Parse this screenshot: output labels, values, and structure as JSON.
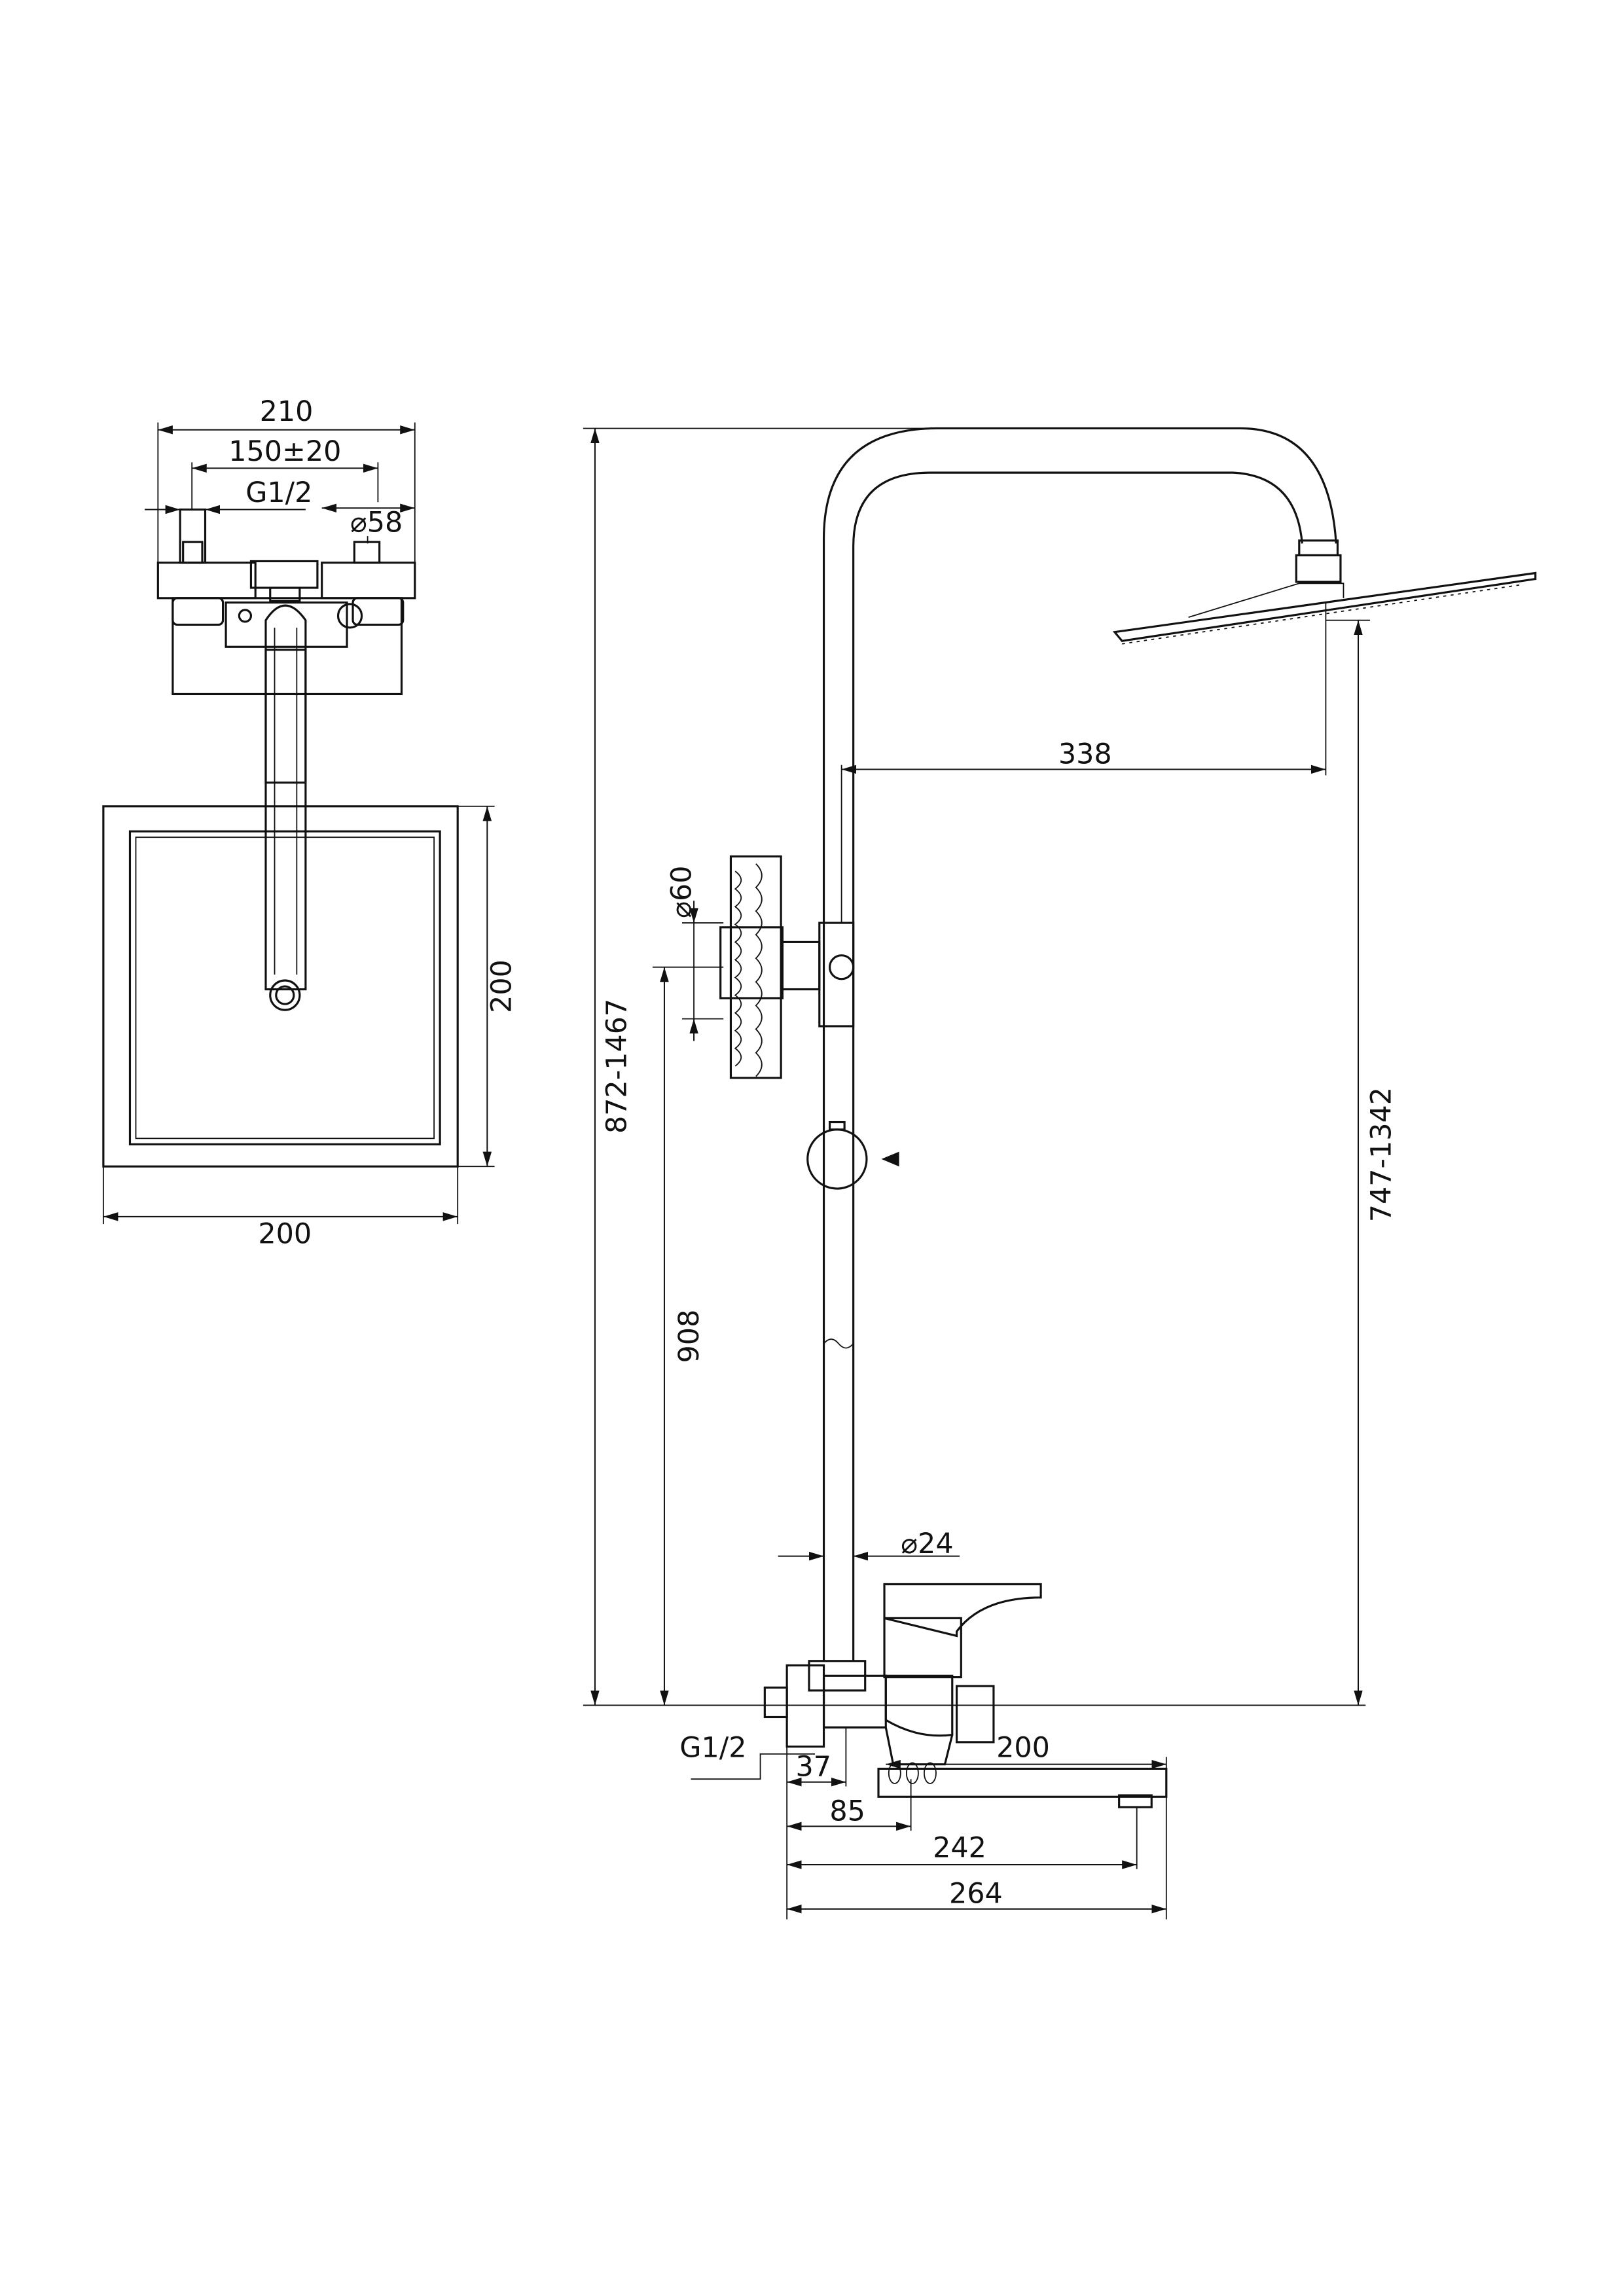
{
  "drawing": {
    "top_view": {
      "dim_overall_width": "210",
      "dim_inlet_spacing": "150±20",
      "dim_thread": "G1/2",
      "dim_flange": "⌀58",
      "dim_tray_depth": "200",
      "dim_tray_width": "200"
    },
    "side_view": {
      "dim_total_height": "872-1467",
      "dim_head_reach": "338",
      "dim_head_height": "747-1342",
      "dim_holder_diameter": "⌀60",
      "dim_holder_height": "908",
      "dim_rail_diameter": "⌀24",
      "dim_thread": "G1/2",
      "dim_spout_length": "200",
      "dim_37": "37",
      "dim_85": "85",
      "dim_242": "242",
      "dim_264": "264"
    }
  }
}
